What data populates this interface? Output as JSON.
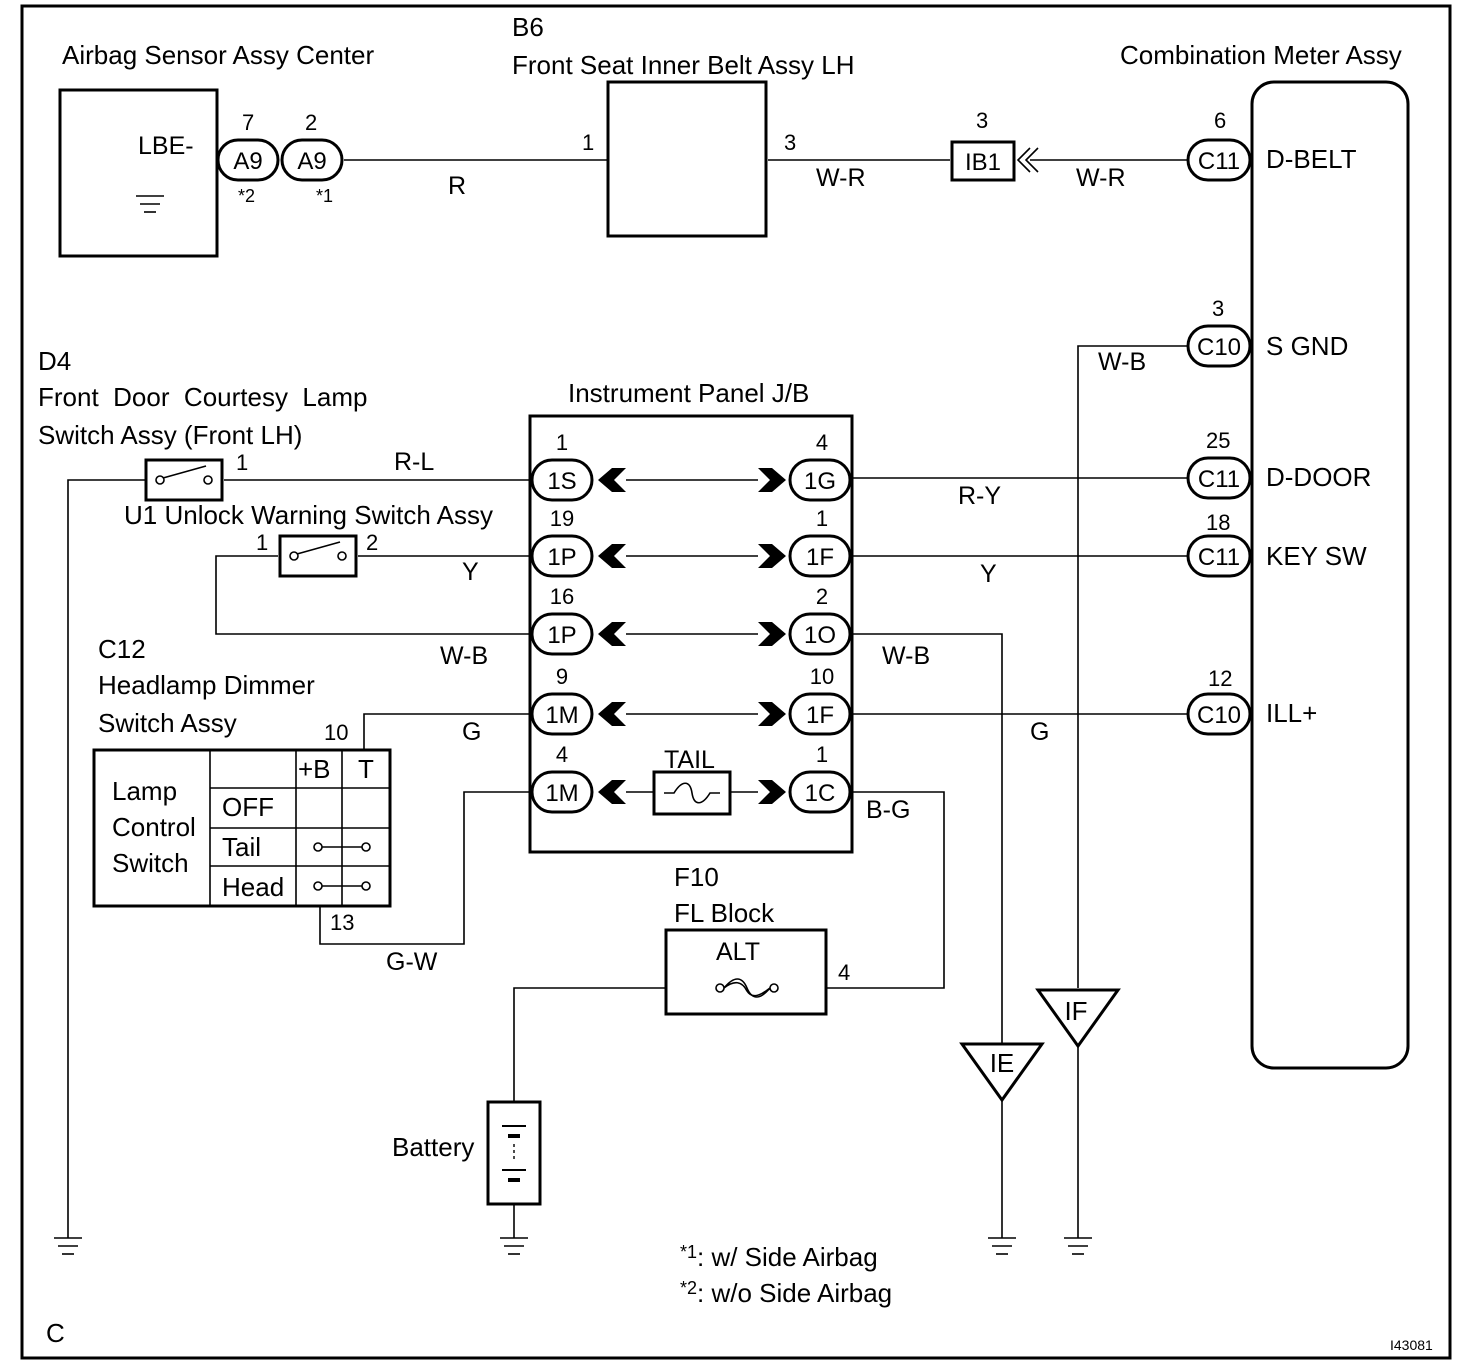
{
  "components": {
    "airbag": {
      "title": "Airbag Sensor Assy Center",
      "terminal": "LBE-"
    },
    "belt": {
      "code": "B6",
      "title": "Front Seat Inner Belt Assy LH"
    },
    "meter": {
      "title": "Combination Meter Assy",
      "terminals": [
        "D-BELT",
        "S GND",
        "D-DOOR",
        "KEY SW",
        "ILL+"
      ]
    },
    "courtesy": {
      "code": "D4",
      "title_line1": "Front  Door  Courtesy  Lamp",
      "title_line2": "Switch Assy (Front LH)"
    },
    "unlock": {
      "title": "U1 Unlock Warning Switch Assy"
    },
    "jb": {
      "title": "Instrument Panel J/B",
      "fuse": "TAIL"
    },
    "dimmer": {
      "code": "C12",
      "title_line1": "Headlamp Dimmer",
      "title_line2": "Switch Assy",
      "group_label": [
        "Lamp",
        "Control",
        "Switch"
      ],
      "col_headers": [
        "+B",
        "T"
      ],
      "rows": [
        "OFF",
        "Tail",
        "Head"
      ]
    },
    "flblock": {
      "code": "F10",
      "title": "FL Block",
      "fuse": "ALT"
    },
    "battery": {
      "label": "Battery"
    }
  },
  "connectors": {
    "a9_l": "A9",
    "a9_r": "A9",
    "ib1": "IB1",
    "c11_dbelt": "C11",
    "c10_sgnd": "C10",
    "c11_ddoor": "C11",
    "c11_keysw": "C11",
    "c10_ill": "C10",
    "jb_left": [
      "1S",
      "1P",
      "1P",
      "1M",
      "1M"
    ],
    "jb_right": [
      "1G",
      "1F",
      "1O",
      "1F",
      "1C"
    ]
  },
  "pins": {
    "a9_l": "7",
    "a9_r": "2",
    "belt_in": "1",
    "belt_out": "3",
    "ib1": "3",
    "c11_dbelt": "6",
    "c10_sgnd": "3",
    "c11_ddoor": "25",
    "c11_keysw": "18",
    "c10_ill": "12",
    "jb_left": [
      "1",
      "19",
      "16",
      "9",
      "4"
    ],
    "jb_right": [
      "4",
      "1",
      "2",
      "10",
      "1"
    ],
    "courtesy": "1",
    "unlock_l": "1",
    "unlock_r": "2",
    "dimmer_t": "10",
    "dimmer_13": "13",
    "fl_out": "4"
  },
  "notes": {
    "a9_l": "*2",
    "a9_r": "*1"
  },
  "wires": {
    "R": "R",
    "W_R_1": "W-R",
    "W_R_2": "W-R",
    "W_B_meter": "W-B",
    "R_L": "R-L",
    "R_Y": "R-Y",
    "Y_left": "Y",
    "Y_right": "Y",
    "W_B_left": "W-B",
    "W_B_right": "W-B",
    "G_left": "G",
    "G_right": "G",
    "B_G": "B-G",
    "G_W": "G-W"
  },
  "grounds": {
    "IE": "IE",
    "IF": "IF"
  },
  "footnotes": {
    "n1_mark": "*1",
    "n1_text": ": w/ Side Airbag",
    "n2_mark": "*2",
    "n2_text": ": w/o Side Airbag"
  },
  "corner_letter": "C",
  "figure_id": "I43081"
}
